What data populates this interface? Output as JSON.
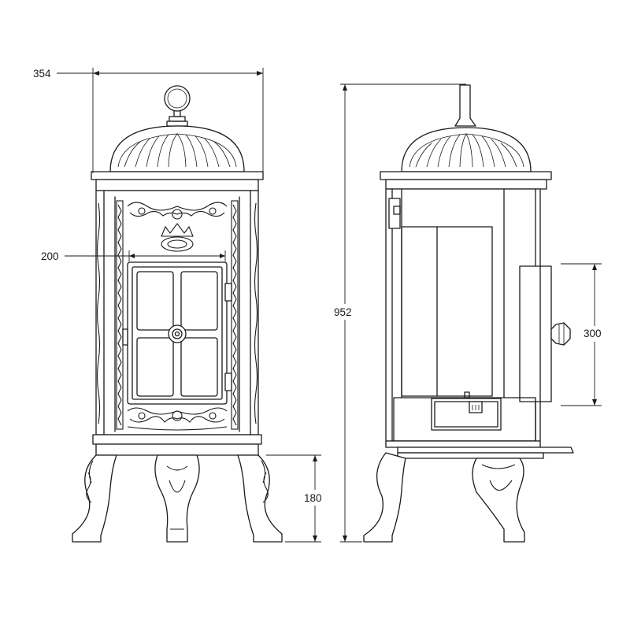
{
  "dimensions": {
    "width": "354",
    "firebox_width": "200",
    "height": "952",
    "door_height": "300",
    "leg_height": "180"
  }
}
